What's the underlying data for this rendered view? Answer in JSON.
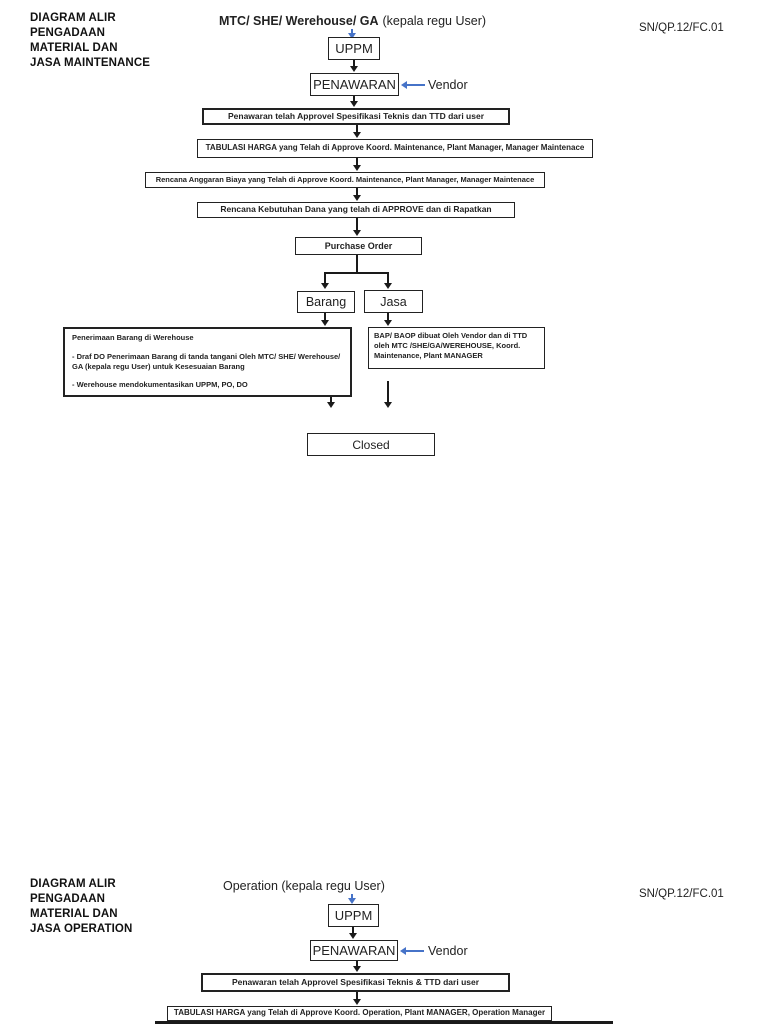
{
  "colors": {
    "arrow_blue": "#4673C8",
    "border": "#222222",
    "text": "#1a1a1a",
    "background": "#ffffff"
  },
  "diagram1": {
    "title_lines": [
      "DIAGRAM ALIR",
      "PENGADAAN",
      "MATERIAL DAN",
      "JASA MAINTENANCE"
    ],
    "header_bold": "MTC/ SHE/ Werehouse/ GA",
    "header_tail": "(kepala regu User)",
    "doc_code": "SN/QP.12/FC.01",
    "nodes": {
      "uppm": "UPPM",
      "penawaran": "PENAWARAN",
      "vendor": "Vendor",
      "step1": "Penawaran telah Approvel Spesifikasi Teknis dan TTD dari user",
      "step2": "TABULASI HARGA yang Telah di Approve Koord. Maintenance, Plant Manager, Manager Maintenace",
      "step3": "Rencana Anggaran Biaya yang Telah di Approve Koord. Maintenance, Plant Manager, Manager Maintenace",
      "step4": "Rencana Kebutuhan Dana yang telah di APPROVE dan di Rapatkan",
      "purchase_order": "Purchase Order",
      "barang": "Barang",
      "jasa": "Jasa",
      "penerimaan_title": "Penerimaan Barang  di Werehouse",
      "penerimaan_item1": "- Draf DO Penerimaan Barang di tanda tangani Oleh MTC/ SHE/ Werehouse/ GA (kepala regu User) untuk Kesesuaian Barang",
      "penerimaan_item2": "- Werehouse mendokumentasikan UPPM, PO,  DO",
      "bap": "BAP/ BAOP dibuat Oleh Vendor dan di TTD oleh MTC /SHE/GA/WEREHOUSE, Koord. Maintenance, Plant MANAGER",
      "closed": "Closed"
    }
  },
  "diagram2": {
    "title_lines": [
      "DIAGRAM ALIR",
      "PENGADAAN",
      "MATERIAL DAN",
      "JASA OPERATION"
    ],
    "header": "Operation (kepala regu User)",
    "doc_code": "SN/QP.12/FC.01",
    "nodes": {
      "uppm": "UPPM",
      "penawaran": "PENAWARAN",
      "vendor": "Vendor",
      "step1": "Penawaran telah Approvel Spesifikasi Teknis & TTD dari user",
      "step2": "TABULASI HARGA yang Telah di Approve Koord. Operation, Plant MANAGER, Operation Manager"
    }
  }
}
